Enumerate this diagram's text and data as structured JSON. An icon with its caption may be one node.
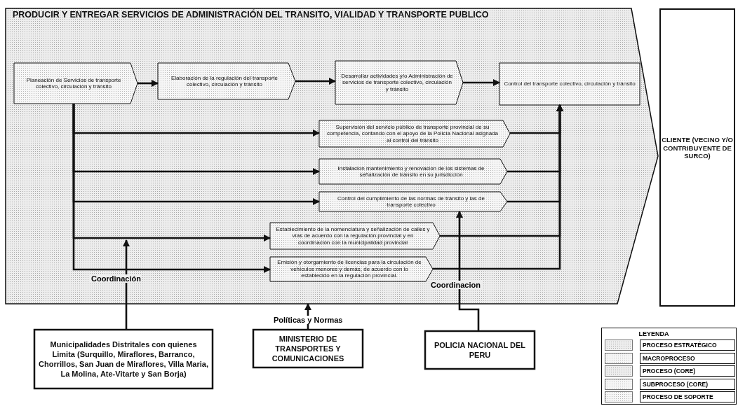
{
  "diagram": {
    "nodes": [
      {
        "text": [
          "PRODUCIR Y ENTREGAR SERVICIOS DE ADMINISTRACIÓN DEL TRANSITO,  VIALIDAD Y TRANSPORTE PUBLICO"
        ]
      },
      {
        "text": [
          "Planeación de Servicios de transporte colectivo, circulación y tránsito"
        ],
        "in": 0
      },
      {
        "text": [
          "Elaboración de la regulación del transporte colectivo, circulación y tránsito"
        ],
        "in": 0
      },
      {
        "text": [
          "Desarrollar actividades y/o Administración de servicios de transporte colectivo, circulación y tránsito"
        ],
        "in": 0
      },
      {
        "text": [
          "Control del transporte colectivo, circulación y tránsito"
        ],
        "in": 0
      },
      {
        "text": [
          "Supervisión del servicio público de transporte provincial de su competencia, contando con el apoyo de la Policía Nacional asignada al control del tránsito"
        ],
        "in": 0
      },
      {
        "text": [
          "Instalacion mantenimiento y renovacion de los sistemas de señalización de tránsito en su jurisdicción"
        ],
        "in": 0
      },
      {
        "text": [
          "Control del cumplimiento de las normas de tránsito y las de transporte colectivo"
        ],
        "in": 0
      },
      {
        "text": [
          "Establecimiento de la nomenclatura y señalización de calles y vías de acuerdo con la regulación provincial y en coordinación con la municipalidad provincial"
        ],
        "in": 0
      },
      {
        "text": [
          "Emisión y otorgamiento de licencias para la circulación de vehículos menores y demás, de acuerdo con lo establecido en la regulación provincial."
        ],
        "in": 0
      },
      {
        "text": [
          "CLIENTE (VECINO Y/O CONTRIBUYENTE DE SURCO)"
        ]
      },
      {
        "text": [
          "Municipalidades Distritales con quienes Limita (Surquillo, Miraflores, Barranco, Chorrillos, San Juan de Miraflores, Villa Maria, La Molina, Ate-Vitarte y San Borja)"
        ]
      },
      {
        "text": [
          "MINISTERIO DE TRANSPORTES Y COMUNICACIONES"
        ]
      },
      {
        "text": [
          "POLICIA NACIONAL DEL PERU"
        ]
      }
    ],
    "edges": [
      {
        "from": 1,
        "to": 2,
        "arrow": "to"
      },
      {
        "from": 2,
        "to": 3,
        "arrow": "to"
      },
      {
        "from": 3,
        "to": 4,
        "arrow": "to"
      },
      {
        "from": 1,
        "to": 5,
        "arrow": "to"
      },
      {
        "from": 1,
        "to": 6,
        "arrow": "to"
      },
      {
        "from": 1,
        "to": 7,
        "arrow": "to"
      },
      {
        "from": 1,
        "to": 8,
        "arrow": "to"
      },
      {
        "from": 1,
        "to": 9,
        "arrow": "to"
      },
      {
        "from": 5,
        "to": 4,
        "arrow": "to"
      },
      {
        "from": 6,
        "to": 4,
        "arrow": "to"
      },
      {
        "from": 7,
        "to": 4,
        "arrow": "to"
      },
      {
        "from": 8,
        "to": 4,
        "arrow": "to"
      },
      {
        "from": 9,
        "to": 4,
        "arrow": "to"
      },
      {
        "from": 11,
        "to": null,
        "arrow": "to",
        "label": "Coordinación"
      },
      {
        "from": 12,
        "to": 0,
        "arrow": "to",
        "label": "Políticas y Normas"
      },
      {
        "from": 13,
        "to": 7,
        "arrow": "to",
        "label": "Coordinacion"
      }
    ],
    "labels": [
      "LEYENDA"
    ],
    "legend": [
      {
        "text": "PROCESO ESTRATÉGICO"
      },
      {
        "text": "MACROPROCESO"
      },
      {
        "text": "PROCESO (CORE)"
      },
      {
        "text": "SUBPROCESO (CORE)"
      },
      {
        "text": "PROCESO DE SOPORTE"
      }
    ]
  }
}
